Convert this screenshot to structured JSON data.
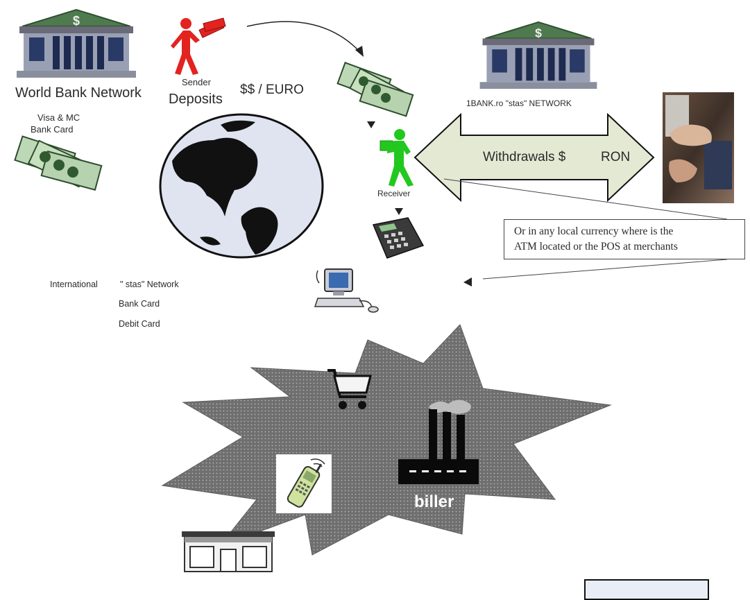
{
  "left": {
    "bank_label": "World Bank Network",
    "card_label_line1": "Visa & MC",
    "card_label_line2": "Bank Card"
  },
  "sender": {
    "role": "Sender",
    "action": "Deposits",
    "currency": "$$ / EURO"
  },
  "right": {
    "bank_label": "1BANK.ro \"stas\"  NETWORK",
    "withdrawals_label": "Withdrawals $",
    "ron_label": "RON"
  },
  "receiver": {
    "label": "Receiver"
  },
  "callout": {
    "line1": "Or in any local currency where is the",
    "line2": "ATM located or the POS at merchants"
  },
  "network_text": {
    "international": "International",
    "stas_network": "\" stas\" Network",
    "bank_card": "Bank Card",
    "debit_card": "Debit Card"
  },
  "burst": {
    "biller_label": "biller"
  },
  "colors": {
    "sender_red": "#e3231f",
    "receiver_green": "#22c81e",
    "arrow_fill": "#e4e9d4",
    "burst_gray": "#7a7a7a",
    "bank_roof": "#4f7a4f"
  },
  "icons": {
    "bank": "bank-building-icon",
    "money": "dollar-bills-icon",
    "globe": "globe-icon",
    "pos": "pos-terminal-icon",
    "computer": "computer-icon",
    "cart": "shopping-cart-icon",
    "factory": "factory-icon",
    "phone": "mobile-phone-icon",
    "store": "store-icon",
    "atm": "atm-photo-icon"
  }
}
